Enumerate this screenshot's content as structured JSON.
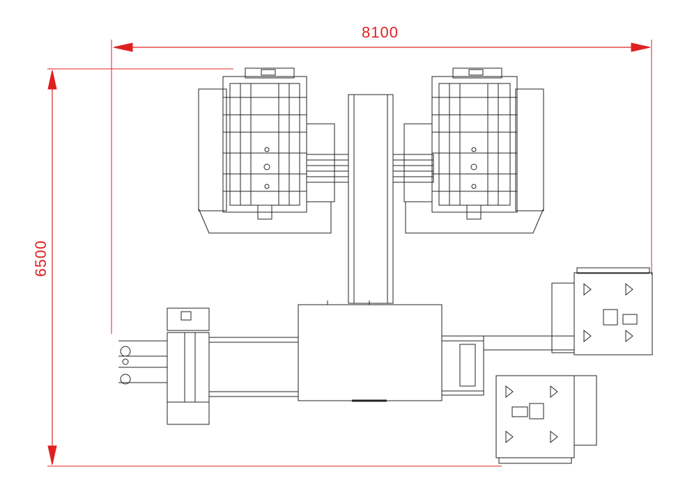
{
  "dimensions": {
    "width": "8100",
    "height": "6500",
    "color": "#e02020"
  },
  "drawing": {
    "line_color": "#222222",
    "style": "top-view machine layout line drawing"
  }
}
